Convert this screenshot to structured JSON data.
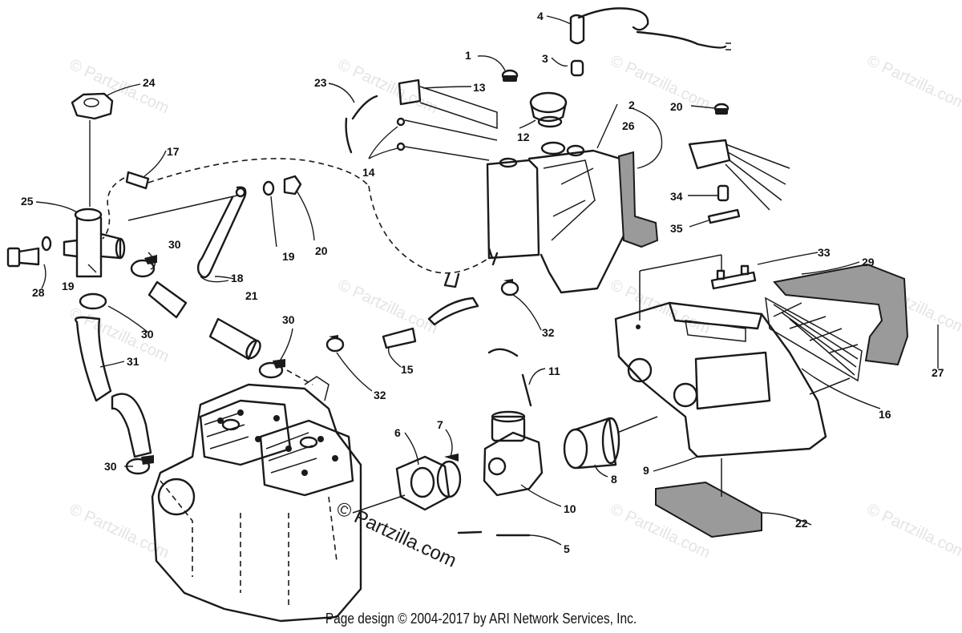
{
  "watermark": {
    "small": "© Partzilla.com",
    "large": "© Partzilla.com"
  },
  "footer": "Page design © 2004-2017 by ARI Network Services, Inc.",
  "callouts": {
    "c1": "1",
    "c2": "2",
    "c3": "3",
    "c4": "4",
    "c5": "5",
    "c6": "6",
    "c7": "7",
    "c8": "8",
    "c9": "9",
    "c10": "10",
    "c11": "11",
    "c12": "12",
    "c13": "13",
    "c14": "14",
    "c15": "15",
    "c16": "16",
    "c17": "17",
    "c18": "18",
    "c19a": "19",
    "c19b": "19",
    "c20a": "20",
    "c20b": "20",
    "c21": "21",
    "c22": "22",
    "c23": "23",
    "c24": "24",
    "c25": "25",
    "c26": "26",
    "c27": "27",
    "c28": "28",
    "c29": "29",
    "c30a": "30",
    "c30b": "30",
    "c30c": "30",
    "c30d": "30",
    "c31": "31",
    "c32a": "32",
    "c32b": "32",
    "c33": "33",
    "c34": "34",
    "c35": "35"
  }
}
